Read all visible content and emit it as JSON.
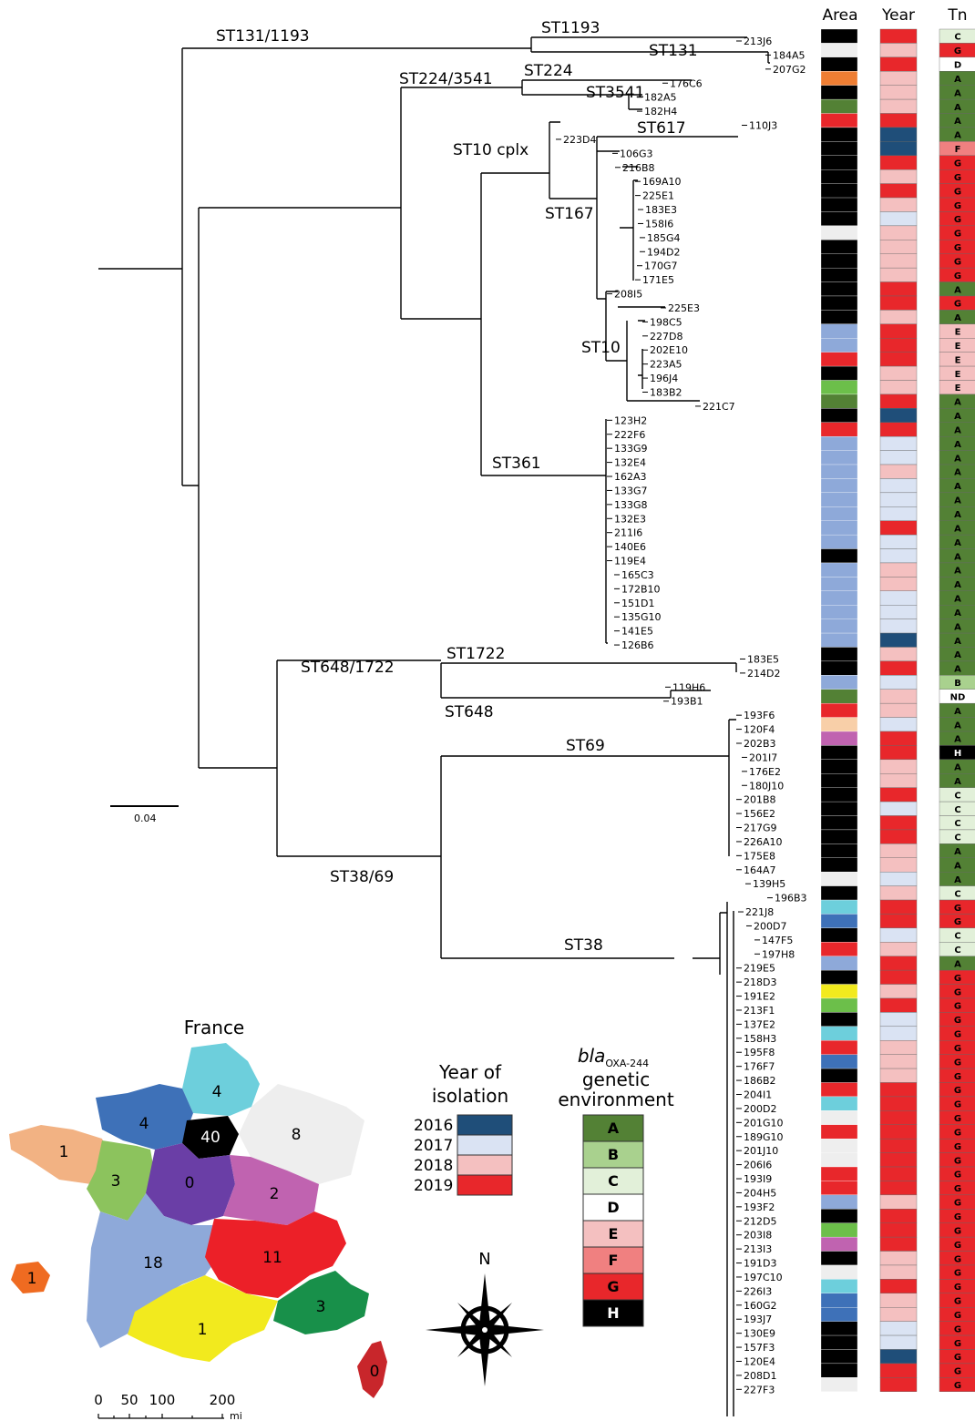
{
  "headers": {
    "area": "Area",
    "year": "Year",
    "tn": "Tn"
  },
  "scale_bar": {
    "label": "0.04"
  },
  "map": {
    "title": "France",
    "regions": [
      {
        "name": "brittany",
        "count": "1",
        "color": "#f2b283"
      },
      {
        "name": "normandy",
        "count": "4",
        "color": "#3e71b8"
      },
      {
        "name": "hauts-de-france",
        "count": "4",
        "color": "#6dcfdc"
      },
      {
        "name": "ile-de-france",
        "count": "40",
        "color": "#000000"
      },
      {
        "name": "grand-est",
        "count": "8",
        "color": "#eeeeee"
      },
      {
        "name": "pays-de-la-loire",
        "count": "3",
        "color": "#8cc35d"
      },
      {
        "name": "centre-val-de-loire",
        "count": "0",
        "color": "#6a3ea6"
      },
      {
        "name": "bourgogne-franche-comte",
        "count": "2",
        "color": "#c063b0"
      },
      {
        "name": "nouvelle-aquitaine",
        "count": "18",
        "color": "#8ea9d9"
      },
      {
        "name": "auvergne-rhone-alpes",
        "count": "11",
        "color": "#ec2028"
      },
      {
        "name": "occitanie",
        "count": "1",
        "color": "#f2ea1e"
      },
      {
        "name": "paca",
        "count": "3",
        "color": "#18904a"
      },
      {
        "name": "corsica",
        "count": "0",
        "color": "#c8262b"
      },
      {
        "name": "reunion",
        "count": "1",
        "color": "#ef6b21"
      }
    ],
    "scale_labels": [
      "0",
      "50",
      "100",
      "200"
    ],
    "scale_unit": "mi",
    "compass": "N"
  },
  "legend_year": {
    "title_lines": [
      "Year of",
      "isolation"
    ],
    "items": [
      {
        "label": "2016",
        "color": "#1f4e79"
      },
      {
        "label": "2017",
        "color": "#dae3f3"
      },
      {
        "label": "2018",
        "color": "#f4c0c0"
      },
      {
        "label": "2019",
        "color": "#e8272b"
      }
    ]
  },
  "legend_env": {
    "title_italic": "bla",
    "title_sub": "OXA-244",
    "title_lines": [
      "genetic",
      "environment"
    ],
    "items": [
      {
        "label": "A",
        "color": "#538135",
        "text": "#000000"
      },
      {
        "label": "B",
        "color": "#a9d18e",
        "text": "#000000"
      },
      {
        "label": "C",
        "color": "#e2f0d9",
        "text": "#000000"
      },
      {
        "label": "D",
        "color": "#ffffff",
        "text": "#000000"
      },
      {
        "label": "E",
        "color": "#f4c0c0",
        "text": "#000000"
      },
      {
        "label": "F",
        "color": "#f08080",
        "text": "#000000"
      },
      {
        "label": "G",
        "color": "#e8272b",
        "text": "#000000"
      },
      {
        "label": "H",
        "color": "#000000",
        "text": "#ffffff"
      }
    ]
  },
  "clade_labels": [
    "ST131/1193",
    "ST1193",
    "ST131",
    "ST224/3541",
    "ST224",
    "ST3541",
    "ST617",
    "ST10 cplx",
    "ST167",
    "ST10",
    "ST361",
    "ST648/1722",
    "ST1722",
    "ST648",
    "ST69",
    "ST38/69",
    "ST38"
  ],
  "isolates": [
    {
      "id": "213J6",
      "area": "#000000",
      "year": "#e8272b",
      "tn": "C"
    },
    {
      "id": "184A5",
      "area": "#eeeeee",
      "year": "#f4c0c0",
      "tn": "G"
    },
    {
      "id": "207G2",
      "area": "#000000",
      "year": "#e8272b",
      "tn": "D"
    },
    {
      "id": "176C6",
      "area": "#ef7e33",
      "year": "#f4c0c0",
      "tn": "A"
    },
    {
      "id": "182A5",
      "area": "#000000",
      "year": "#f4c0c0",
      "tn": "A"
    },
    {
      "id": "182H4",
      "area": "#538135",
      "year": "#f4c0c0",
      "tn": "A"
    },
    {
      "id": "110J3",
      "area": "#e8272b",
      "year": "#e8272b",
      "tn": "A"
    },
    {
      "id": "223D4",
      "area": "#000000",
      "year": "#1f4e79",
      "tn": "A"
    },
    {
      "id": "106G3",
      "area": "#000000",
      "year": "#1f4e79",
      "tn": "F"
    },
    {
      "id": "216B8",
      "area": "#000000",
      "year": "#e8272b",
      "tn": "G"
    },
    {
      "id": "169A10",
      "area": "#000000",
      "year": "#f4c0c0",
      "tn": "G"
    },
    {
      "id": "225E1",
      "area": "#000000",
      "year": "#e8272b",
      "tn": "G"
    },
    {
      "id": "183E3",
      "area": "#000000",
      "year": "#f4c0c0",
      "tn": "G"
    },
    {
      "id": "158I6",
      "area": "#000000",
      "year": "#dae3f3",
      "tn": "G"
    },
    {
      "id": "185G4",
      "area": "#eeeeee",
      "year": "#f4c0c0",
      "tn": "G"
    },
    {
      "id": "194D2",
      "area": "#000000",
      "year": "#f4c0c0",
      "tn": "G"
    },
    {
      "id": "170G7",
      "area": "#000000",
      "year": "#f4c0c0",
      "tn": "G"
    },
    {
      "id": "171E5",
      "area": "#000000",
      "year": "#f4c0c0",
      "tn": "G"
    },
    {
      "id": "208I5",
      "area": "#000000",
      "year": "#e8272b",
      "tn": "A"
    },
    {
      "id": "225E3",
      "area": "#000000",
      "year": "#e8272b",
      "tn": "G"
    },
    {
      "id": "198C5",
      "area": "#000000",
      "year": "#f4c0c0",
      "tn": "A"
    },
    {
      "id": "227D8",
      "area": "#8ea9d9",
      "year": "#e8272b",
      "tn": "E"
    },
    {
      "id": "202E10",
      "area": "#8ea9d9",
      "year": "#e8272b",
      "tn": "E"
    },
    {
      "id": "223A5",
      "area": "#e8272b",
      "year": "#e8272b",
      "tn": "E"
    },
    {
      "id": "196J4",
      "area": "#000000",
      "year": "#f4c0c0",
      "tn": "E"
    },
    {
      "id": "183B2",
      "area": "#6cbf4a",
      "year": "#f4c0c0",
      "tn": "E"
    },
    {
      "id": "221C7",
      "area": "#538135",
      "year": "#e8272b",
      "tn": "A"
    },
    {
      "id": "123H2",
      "area": "#000000",
      "year": "#1f4e79",
      "tn": "A"
    },
    {
      "id": "222F6",
      "area": "#e8272b",
      "year": "#e8272b",
      "tn": "A"
    },
    {
      "id": "133G9",
      "area": "#8ea9d9",
      "year": "#dae3f3",
      "tn": "A"
    },
    {
      "id": "132E4",
      "area": "#8ea9d9",
      "year": "#dae3f3",
      "tn": "A"
    },
    {
      "id": "162A3",
      "area": "#8ea9d9",
      "year": "#f4c0c0",
      "tn": "A"
    },
    {
      "id": "133G7",
      "area": "#8ea9d9",
      "year": "#dae3f3",
      "tn": "A"
    },
    {
      "id": "133G8",
      "area": "#8ea9d9",
      "year": "#dae3f3",
      "tn": "A"
    },
    {
      "id": "132E3",
      "area": "#8ea9d9",
      "year": "#dae3f3",
      "tn": "A"
    },
    {
      "id": "211I6",
      "area": "#8ea9d9",
      "year": "#e8272b",
      "tn": "A"
    },
    {
      "id": "140E6",
      "area": "#8ea9d9",
      "year": "#dae3f3",
      "tn": "A"
    },
    {
      "id": "119E4",
      "area": "#000000",
      "year": "#dae3f3",
      "tn": "A"
    },
    {
      "id": "165C3",
      "area": "#8ea9d9",
      "year": "#f4c0c0",
      "tn": "A"
    },
    {
      "id": "172B10",
      "area": "#8ea9d9",
      "year": "#f4c0c0",
      "tn": "A"
    },
    {
      "id": "151D1",
      "area": "#8ea9d9",
      "year": "#dae3f3",
      "tn": "A"
    },
    {
      "id": "135G10",
      "area": "#8ea9d9",
      "year": "#dae3f3",
      "tn": "A"
    },
    {
      "id": "141E5",
      "area": "#8ea9d9",
      "year": "#dae3f3",
      "tn": "A"
    },
    {
      "id": "126B6",
      "area": "#8ea9d9",
      "year": "#1f4e79",
      "tn": "A"
    },
    {
      "id": "183E5",
      "area": "#000000",
      "year": "#f4c0c0",
      "tn": "A"
    },
    {
      "id": "214D2",
      "area": "#000000",
      "year": "#e8272b",
      "tn": "A"
    },
    {
      "id": "119H6",
      "area": "#8ea9d9",
      "year": "#dae3f3",
      "tn": "B"
    },
    {
      "id": "193B1",
      "area": "#538135",
      "year": "#f4c0c0",
      "tn": "ND"
    },
    {
      "id": "193F6",
      "area": "#e8272b",
      "year": "#f4c0c0",
      "tn": "A"
    },
    {
      "id": "120F4",
      "area": "#f8cfa8",
      "year": "#dae3f3",
      "tn": "A"
    },
    {
      "id": "202B3",
      "area": "#c063b0",
      "year": "#e8272b",
      "tn": "A"
    },
    {
      "id": "201I7",
      "area": "#000000",
      "year": "#e8272b",
      "tn": "H"
    },
    {
      "id": "176E2",
      "area": "#000000",
      "year": "#f4c0c0",
      "tn": "A"
    },
    {
      "id": "180J10",
      "area": "#000000",
      "year": "#f4c0c0",
      "tn": "A"
    },
    {
      "id": "201B8",
      "area": "#000000",
      "year": "#e8272b",
      "tn": "C"
    },
    {
      "id": "156E2",
      "area": "#000000",
      "year": "#dae3f3",
      "tn": "C"
    },
    {
      "id": "217G9",
      "area": "#000000",
      "year": "#e8272b",
      "tn": "C"
    },
    {
      "id": "226A10",
      "area": "#000000",
      "year": "#e8272b",
      "tn": "C"
    },
    {
      "id": "175E8",
      "area": "#000000",
      "year": "#f4c0c0",
      "tn": "A"
    },
    {
      "id": "164A7",
      "area": "#000000",
      "year": "#f4c0c0",
      "tn": "A"
    },
    {
      "id": "139H5",
      "area": "#eeeeee",
      "year": "#dae3f3",
      "tn": "A"
    },
    {
      "id": "196B3",
      "area": "#000000",
      "year": "#f4c0c0",
      "tn": "C"
    },
    {
      "id": "221J8",
      "area": "#6dcfdc",
      "year": "#e8272b",
      "tn": "G"
    },
    {
      "id": "200D7",
      "area": "#3e71b8",
      "year": "#e8272b",
      "tn": "G"
    },
    {
      "id": "147F5",
      "area": "#000000",
      "year": "#dae3f3",
      "tn": "C"
    },
    {
      "id": "197H8",
      "area": "#e8272b",
      "year": "#f4c0c0",
      "tn": "C"
    },
    {
      "id": "219E5",
      "area": "#8ea9d9",
      "year": "#e8272b",
      "tn": "A"
    },
    {
      "id": "218D3",
      "area": "#000000",
      "year": "#e8272b",
      "tn": "G"
    },
    {
      "id": "191E2",
      "area": "#f2ea1e",
      "year": "#f4c0c0",
      "tn": "G"
    },
    {
      "id": "213F1",
      "area": "#6cbf4a",
      "year": "#e8272b",
      "tn": "G"
    },
    {
      "id": "137E2",
      "area": "#000000",
      "year": "#dae3f3",
      "tn": "G"
    },
    {
      "id": "158H3",
      "area": "#6dcfdc",
      "year": "#dae3f3",
      "tn": "G"
    },
    {
      "id": "195F8",
      "area": "#e8272b",
      "year": "#f4c0c0",
      "tn": "G"
    },
    {
      "id": "176F7",
      "area": "#3e71b8",
      "year": "#f4c0c0",
      "tn": "G"
    },
    {
      "id": "186B2",
      "area": "#000000",
      "year": "#f4c0c0",
      "tn": "G"
    },
    {
      "id": "204I1",
      "area": "#e8272b",
      "year": "#e8272b",
      "tn": "G"
    },
    {
      "id": "200D2",
      "area": "#6dcfdc",
      "year": "#e8272b",
      "tn": "G"
    },
    {
      "id": "201G10",
      "area": "#eeeeee",
      "year": "#e8272b",
      "tn": "G"
    },
    {
      "id": "189G10",
      "area": "#e8272b",
      "year": "#e8272b",
      "tn": "G"
    },
    {
      "id": "201J10",
      "area": "#eeeeee",
      "year": "#e8272b",
      "tn": "G"
    },
    {
      "id": "206I6",
      "area": "#eeeeee",
      "year": "#e8272b",
      "tn": "G"
    },
    {
      "id": "193I9",
      "area": "#e8272b",
      "year": "#e8272b",
      "tn": "G"
    },
    {
      "id": "204H5",
      "area": "#e8272b",
      "year": "#e8272b",
      "tn": "G"
    },
    {
      "id": "193F2",
      "area": "#8ea9d9",
      "year": "#f4c0c0",
      "tn": "G"
    },
    {
      "id": "212D5",
      "area": "#000000",
      "year": "#e8272b",
      "tn": "G"
    },
    {
      "id": "203I8",
      "area": "#6cbf4a",
      "year": "#e8272b",
      "tn": "G"
    },
    {
      "id": "213I3",
      "area": "#c063b0",
      "year": "#e8272b",
      "tn": "G"
    },
    {
      "id": "191D3",
      "area": "#000000",
      "year": "#f4c0c0",
      "tn": "G"
    },
    {
      "id": "197C10",
      "area": "#eeeeee",
      "year": "#f4c0c0",
      "tn": "G"
    },
    {
      "id": "226I3",
      "area": "#6dcfdc",
      "year": "#e8272b",
      "tn": "G"
    },
    {
      "id": "160G2",
      "area": "#3e71b8",
      "year": "#f4c0c0",
      "tn": "G"
    },
    {
      "id": "193J7",
      "area": "#3e71b8",
      "year": "#f4c0c0",
      "tn": "G"
    },
    {
      "id": "130E9",
      "area": "#000000",
      "year": "#dae3f3",
      "tn": "G"
    },
    {
      "id": "157F3",
      "area": "#000000",
      "year": "#dae3f3",
      "tn": "G"
    },
    {
      "id": "120E4",
      "area": "#000000",
      "year": "#1f4e79",
      "tn": "G"
    },
    {
      "id": "208D1",
      "area": "#000000",
      "year": "#e8272b",
      "tn": "G"
    },
    {
      "id": "227F3",
      "area": "#eeeeee",
      "year": "#e8272b",
      "tn": "G"
    }
  ]
}
